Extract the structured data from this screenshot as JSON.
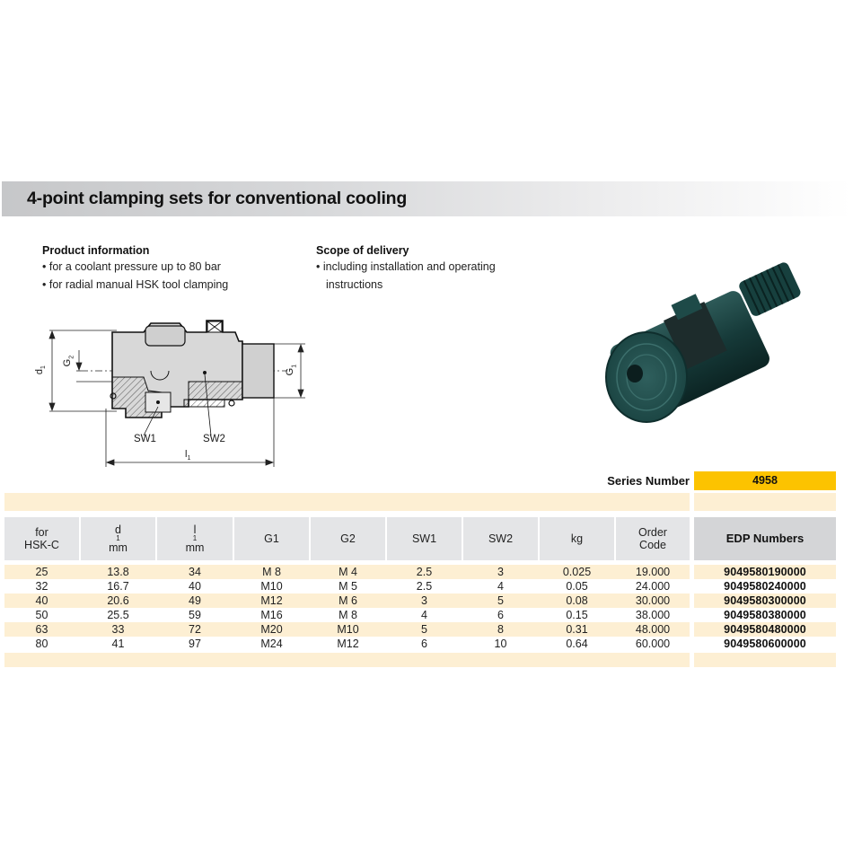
{
  "title": "4-point clamping sets for conventional cooling",
  "product_info": {
    "heading": "Product information",
    "bullets": [
      "• for a coolant pressure up to 80 bar",
      "• for radial manual HSK tool clamping"
    ]
  },
  "scope_of_delivery": {
    "heading": "Scope of delivery",
    "lines": [
      "• including installation and operating",
      "instructions"
    ]
  },
  "drawing": {
    "labels": {
      "d1": "d",
      "d1_sub": "1",
      "G2": "G",
      "G2_sub": "2",
      "G1": "G",
      "G1_sub": "1",
      "SW1": "SW1",
      "SW2": "SW2",
      "l1": "l",
      "l1_sub": "1"
    }
  },
  "series": {
    "label": "Series Number",
    "value": "4958",
    "color": "#fcc300"
  },
  "table": {
    "headers": [
      {
        "line1": "for",
        "line2": "HSK-C"
      },
      {
        "line1": "d",
        "sub": "1",
        "line2": "mm"
      },
      {
        "line1": "l",
        "sub": "1",
        "line2": "mm"
      },
      {
        "line1": "G1"
      },
      {
        "line1": "G2"
      },
      {
        "line1": "SW1"
      },
      {
        "line1": "SW2"
      },
      {
        "line1": "kg"
      },
      {
        "line1": "Order",
        "line2": "Code"
      }
    ],
    "edp_header": "EDP Numbers",
    "rows": [
      {
        "hsk": "25",
        "d1": "13.8",
        "l1": "34",
        "g1": "M 8",
        "g2": "M 4",
        "sw1": "2.5",
        "sw2": "3",
        "kg": "0.025",
        "order": "19.000",
        "edp": "9049580190000"
      },
      {
        "hsk": "32",
        "d1": "16.7",
        "l1": "40",
        "g1": "M10",
        "g2": "M 5",
        "sw1": "2.5",
        "sw2": "4",
        "kg": "0.05",
        "order": "24.000",
        "edp": "9049580240000"
      },
      {
        "hsk": "40",
        "d1": "20.6",
        "l1": "49",
        "g1": "M12",
        "g2": "M 6",
        "sw1": "3",
        "sw2": "5",
        "kg": "0.08",
        "order": "30.000",
        "edp": "9049580300000"
      },
      {
        "hsk": "50",
        "d1": "25.5",
        "l1": "59",
        "g1": "M16",
        "g2": "M 8",
        "sw1": "4",
        "sw2": "6",
        "kg": "0.15",
        "order": "38.000",
        "edp": "9049580380000"
      },
      {
        "hsk": "63",
        "d1": "33",
        "l1": "72",
        "g1": "M20",
        "g2": "M10",
        "sw1": "5",
        "sw2": "8",
        "kg": "0.31",
        "order": "48.000",
        "edp": "9049580480000"
      },
      {
        "hsk": "80",
        "d1": "41",
        "l1": "97",
        "g1": "M24",
        "g2": "M12",
        "sw1": "6",
        "sw2": "10",
        "kg": "0.64",
        "order": "60.000",
        "edp": "9049580600000"
      }
    ]
  },
  "colors": {
    "stripe": "#fdefd3",
    "header_bg": "#e4e5e7",
    "edp_header_bg": "#d4d5d7",
    "series_yellow": "#fcc300"
  }
}
